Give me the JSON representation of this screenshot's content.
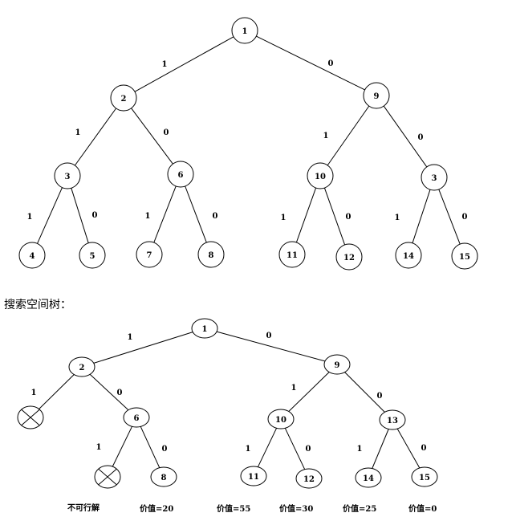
{
  "diagram": {
    "section_caption": "搜索空间树：",
    "top_tree": {
      "nodes": [
        "1",
        "2",
        "9",
        "3",
        "6",
        "10",
        "3",
        "4",
        "5",
        "7",
        "8",
        "11",
        "12",
        "14",
        "15"
      ],
      "edges": [
        {
          "from": 0,
          "to": 1,
          "label": "1"
        },
        {
          "from": 0,
          "to": 2,
          "label": "0"
        },
        {
          "from": 1,
          "to": 3,
          "label": "1"
        },
        {
          "from": 1,
          "to": 4,
          "label": "0"
        },
        {
          "from": 2,
          "to": 5,
          "label": "1"
        },
        {
          "from": 2,
          "to": 6,
          "label": "0"
        },
        {
          "from": 3,
          "to": 7,
          "label": "1"
        },
        {
          "from": 3,
          "to": 8,
          "label": "0"
        },
        {
          "from": 4,
          "to": 9,
          "label": "1"
        },
        {
          "from": 4,
          "to": 10,
          "label": "0"
        },
        {
          "from": 5,
          "to": 11,
          "label": "1"
        },
        {
          "from": 5,
          "to": 12,
          "label": "0"
        },
        {
          "from": 6,
          "to": 13,
          "label": "1"
        },
        {
          "from": 6,
          "to": 14,
          "label": "0"
        }
      ]
    },
    "bottom_tree": {
      "nodes": [
        "1",
        "2",
        "9",
        "",
        "6",
        "10",
        "13",
        "",
        "8",
        "11",
        "12",
        "14",
        "15"
      ],
      "crossed_nodes": [
        3,
        7
      ],
      "edges": [
        {
          "from": 0,
          "to": 1,
          "label": "1"
        },
        {
          "from": 0,
          "to": 2,
          "label": "0"
        },
        {
          "from": 1,
          "to": 3,
          "label": "1"
        },
        {
          "from": 1,
          "to": 4,
          "label": "0"
        },
        {
          "from": 4,
          "to": 7,
          "label": "1"
        },
        {
          "from": 4,
          "to": 8,
          "label": "0"
        },
        {
          "from": 2,
          "to": 5,
          "label": "1"
        },
        {
          "from": 2,
          "to": 6,
          "label": "0"
        },
        {
          "from": 5,
          "to": 9,
          "label": "1"
        },
        {
          "from": 5,
          "to": 10,
          "label": "0"
        },
        {
          "from": 6,
          "to": 11,
          "label": "1"
        },
        {
          "from": 6,
          "to": 12,
          "label": "0"
        }
      ],
      "leaf_notes": [
        "不可行解",
        "价值=20",
        "价值=55",
        "价值=30",
        "价值=25",
        "价值=0"
      ]
    }
  }
}
